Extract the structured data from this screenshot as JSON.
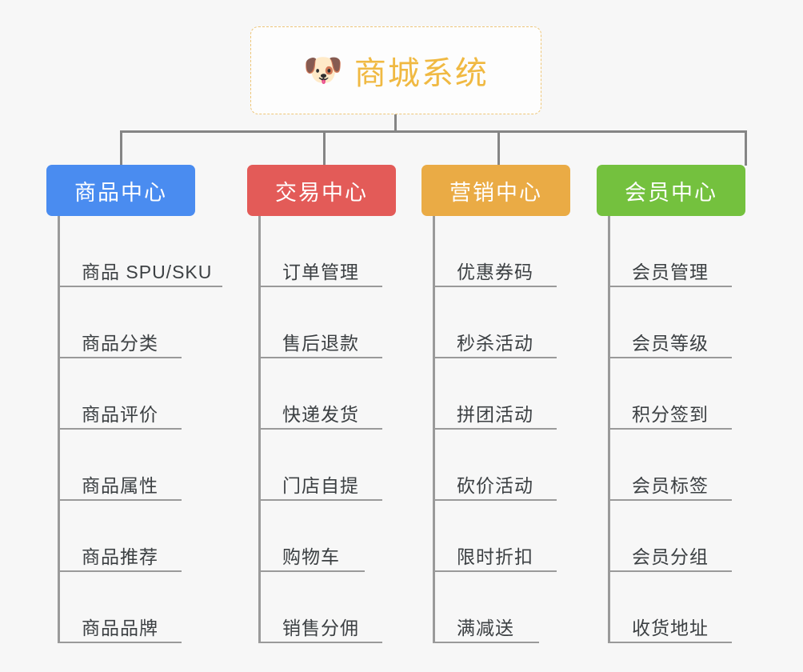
{
  "diagram": {
    "type": "mind-map",
    "background_color": "#f7f7f7",
    "root": {
      "icon": "shiba-dog-emoji",
      "icon_glyph": "🐶",
      "title": "商城系统",
      "text_color": "#f0b942",
      "border_color": "#eec678"
    },
    "connector_color": "#858585",
    "branches": [
      {
        "label": "商品中心",
        "color": "#4a8cf0",
        "items": [
          "商品 SPU/SKU",
          "商品分类",
          "商品评价",
          "商品属性",
          "商品推荐",
          "商品品牌"
        ]
      },
      {
        "label": "交易中心",
        "color": "#e35b58",
        "items": [
          "订单管理",
          "售后退款",
          "快递发货",
          "门店自提",
          "购物车",
          "销售分佣"
        ]
      },
      {
        "label": "营销中心",
        "color": "#eaab45",
        "items": [
          "优惠券码",
          "秒杀活动",
          "拼团活动",
          "砍价活动",
          "限时折扣",
          "满减送"
        ]
      },
      {
        "label": "会员中心",
        "color": "#74c13e",
        "items": [
          "会员管理",
          "会员等级",
          "积分签到",
          "会员标签",
          "会员分组",
          "收货地址"
        ]
      }
    ]
  }
}
